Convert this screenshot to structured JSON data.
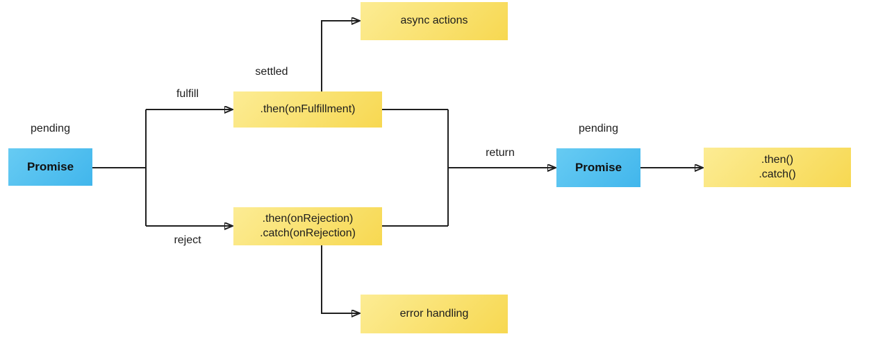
{
  "diagram": {
    "nodes": {
      "promise1": {
        "label": "Promise"
      },
      "fulfillment": {
        "label": ".then(onFulfillment)"
      },
      "rejection": {
        "line1": ".then(onRejection)",
        "line2": ".catch(onRejection)"
      },
      "async_actions": {
        "label": "async actions"
      },
      "error_handling": {
        "label": "error handling"
      },
      "promise2": {
        "label": "Promise"
      },
      "then_catch": {
        "line1": ".then()",
        "line2": ".catch()"
      }
    },
    "labels": {
      "pending_left": "pending",
      "settled": "settled",
      "fulfill": "fulfill",
      "reject": "reject",
      "return_label": "return",
      "pending_right": "pending"
    },
    "colors": {
      "promise_box_gradient_start": "#67cbf3",
      "promise_box_gradient_end": "#41b6ec",
      "action_box_gradient_start": "#fcec94",
      "action_box_gradient_end": "#f7d851",
      "edge": "#1f1f1f",
      "background": "#ffffff"
    }
  }
}
